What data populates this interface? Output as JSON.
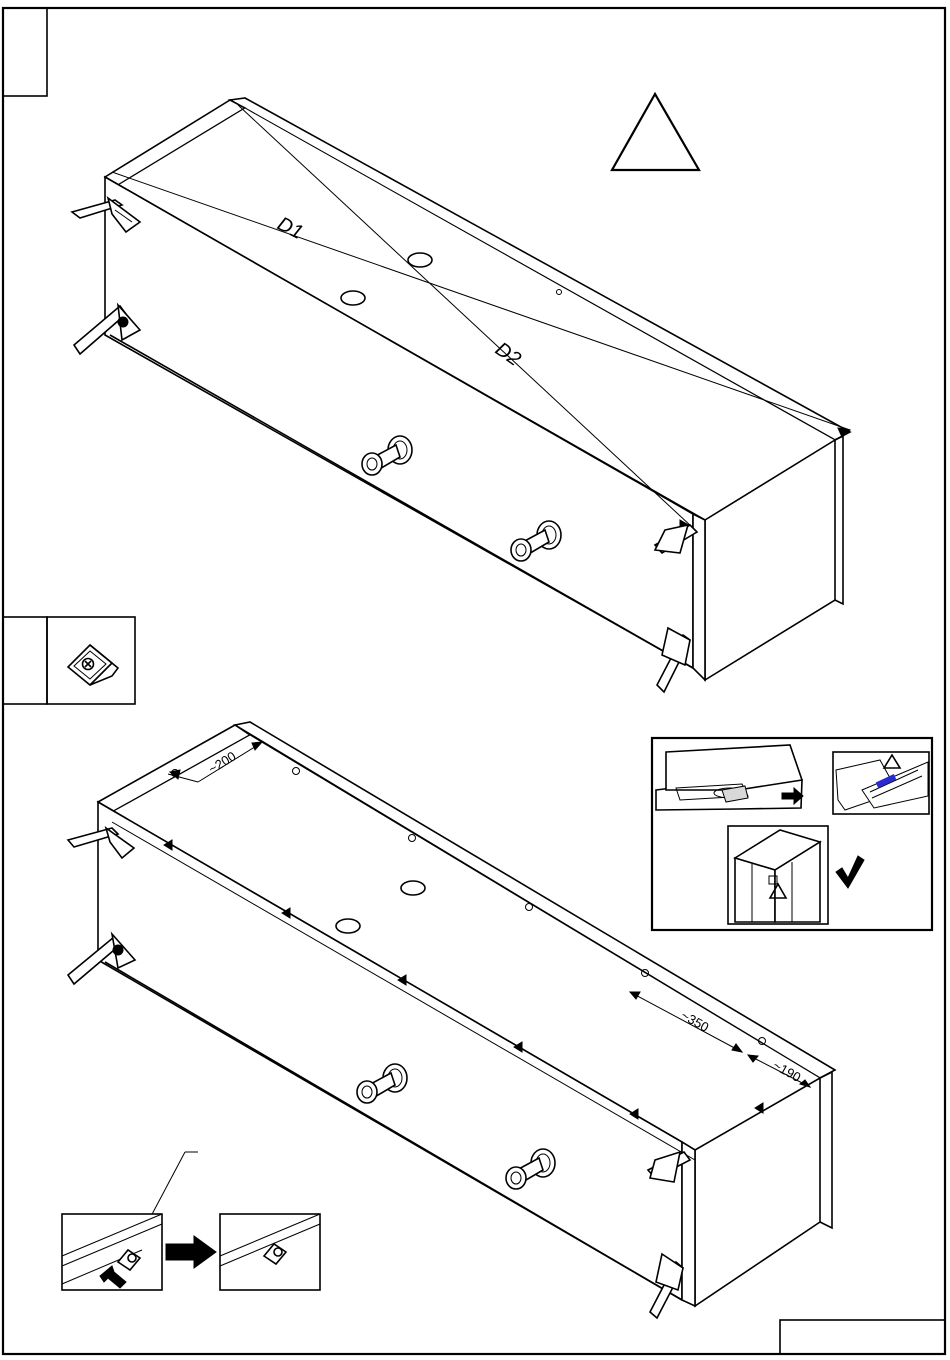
{
  "diagram_labels": {
    "diag1": "D1",
    "diag2": "D2"
  },
  "dimensions": {
    "d200": "~200",
    "d350": "~350",
    "d190": "~190"
  },
  "icons": {
    "warning": "warning-triangle-icon",
    "check": "checkmark-icon",
    "arrow": "arrow-right-icon",
    "fitting": "corner-bracket-fitting-icon"
  }
}
